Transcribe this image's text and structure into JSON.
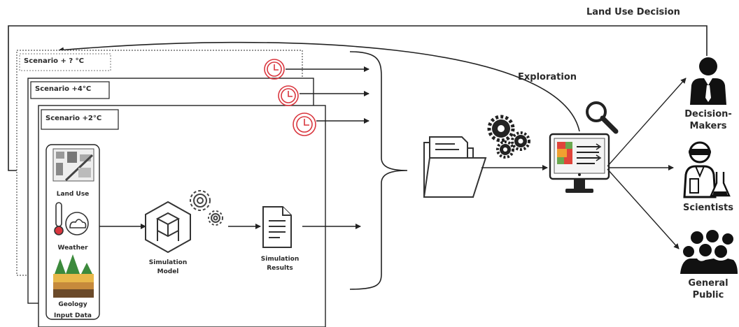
{
  "top_label": "Land Use Decision",
  "exploration_label": "Exploration",
  "scenarios": [
    {
      "label": "Scenario + ? °C"
    },
    {
      "label": "Scenario +4°C"
    },
    {
      "label": "Scenario +2°C"
    }
  ],
  "inputs": {
    "land_use": "Land Use",
    "weather": "Weather",
    "geology": "Geology",
    "footer": "Input Data"
  },
  "simulation_model": {
    "line1": "Simulation",
    "line2": "Model"
  },
  "simulation_results": {
    "line1": "Simulation",
    "line2": "Results"
  },
  "stakeholders": {
    "decision_makers": {
      "line1": "Decision-",
      "line2": "Makers"
    },
    "scientists": "Scientists",
    "general_public": {
      "line1": "General",
      "line2": "Public"
    }
  },
  "colors": {
    "line": "#222222",
    "clock": "#d9363e",
    "screen_red": "#e0443a",
    "screen_green": "#6aa84f",
    "screen_orange": "#f0a030",
    "tree": "#3c8a3c",
    "soil": "#c68a3c"
  }
}
